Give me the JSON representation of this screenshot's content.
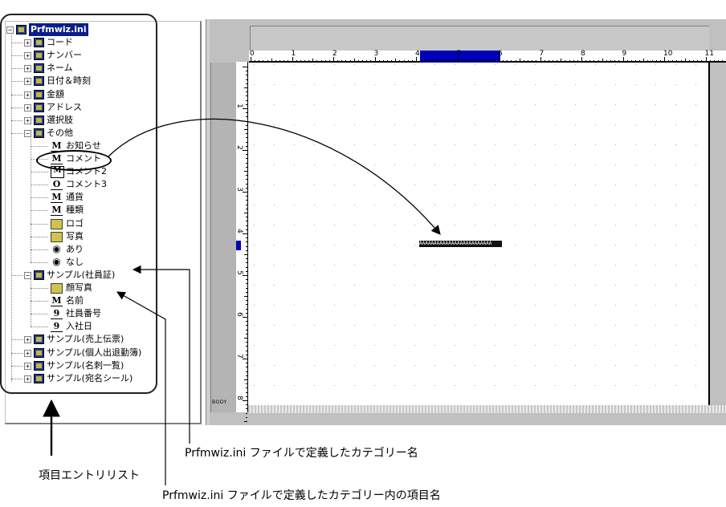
{
  "tree": {
    "root": "Prfmwiz.ini",
    "categories": [
      "コード",
      "ナンバー",
      "ネーム",
      "日付＆時刻",
      "金額",
      "アドレス",
      "選択肢",
      "その他"
    ],
    "other_items": [
      {
        "icon": "M",
        "label": "お知らせ"
      },
      {
        "icon": "M",
        "label": "コメント"
      },
      {
        "icon": "M",
        "label": "コメント2"
      },
      {
        "icon": "O",
        "label": "コメント3"
      },
      {
        "icon": "M",
        "label": "通貨"
      },
      {
        "icon": "M",
        "label": "種類"
      },
      {
        "icon": "picture",
        "label": "ロゴ"
      },
      {
        "icon": "picture",
        "label": "写真"
      },
      {
        "icon": "radio",
        "label": "あり"
      },
      {
        "icon": "radio",
        "label": "なし"
      }
    ],
    "sample_category": "サンプル(社員証)",
    "sample_items": [
      {
        "icon": "picture",
        "label": "顔写真"
      },
      {
        "icon": "M",
        "label": "名前"
      },
      {
        "icon": "9",
        "label": "社員番号"
      },
      {
        "icon": "9",
        "label": "入社日"
      }
    ],
    "more_categories": [
      "サンプル(売上伝票)",
      "サンプル(個人出退勤簿)",
      "サンプル(名刺一覧)",
      "サンプル(宛名シール)"
    ]
  },
  "designer": {
    "ruler_h_numbers": [
      "0",
      "1",
      "2",
      "3",
      "4",
      "5",
      "6",
      "7",
      "8",
      "9",
      "10",
      "11"
    ],
    "ruler_v_numbers": [
      "1",
      "2",
      "3",
      "4",
      "5",
      "6",
      "7",
      "8"
    ],
    "section_label": "BODY",
    "field_text": "AAAAAAAAAAAAAAAAAAAAAAAAA"
  },
  "annotations": {
    "category_caption": "Prfmwiz.ini ファイルで定義したカテゴリー名",
    "item_caption": "Prfmwiz.ini ファイルで定義したカテゴリー内の項目名",
    "list_caption": "項目エントリリスト"
  },
  "colors": {
    "selection": "#0a1e8c",
    "ruler_highlight": "#0000b8",
    "panel": "#c0c0c0"
  }
}
